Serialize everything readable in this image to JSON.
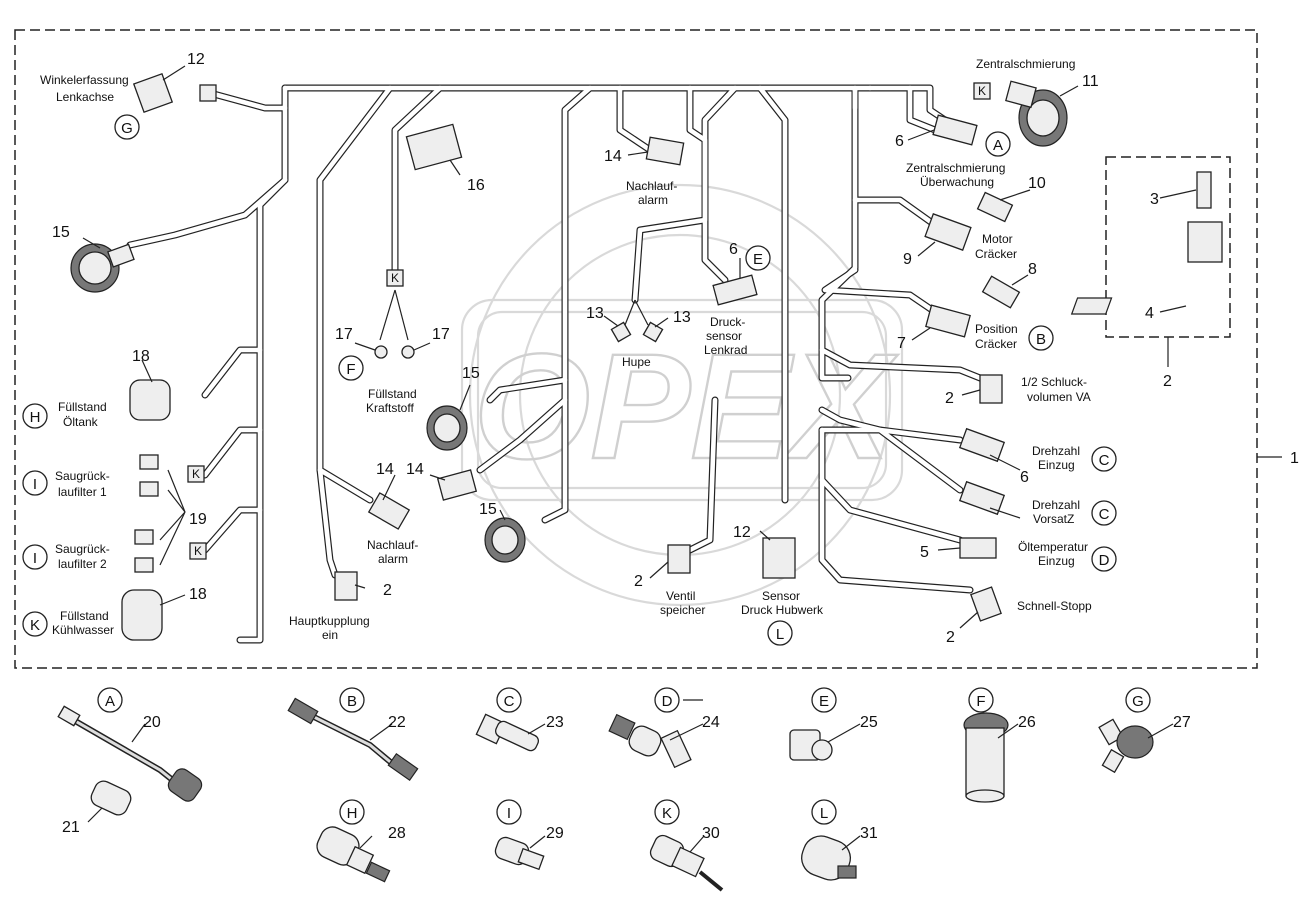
{
  "watermark": "OPEX",
  "callouts": {
    "n1": "1",
    "n2_group": "2",
    "n2a": "2",
    "n2b": "2",
    "n2c": "2",
    "n2d": "2",
    "n2e": "2",
    "n3": "3",
    "n4": "4",
    "n5": "5",
    "n6a": "6",
    "n6b": "6",
    "n6c": "6",
    "n7": "7",
    "n8": "8",
    "n9": "9",
    "n10": "10",
    "n11": "11",
    "n12a": "12",
    "n12b": "12",
    "n13a": "13",
    "n13b": "13",
    "n14a": "14",
    "n14b": "14",
    "n14c": "14",
    "n15a": "15",
    "n15b": "15",
    "n15c": "15",
    "n16": "16",
    "n17a": "17",
    "n17b": "17",
    "n18a": "18",
    "n18b": "18",
    "n19": "19",
    "n20": "20",
    "n21": "21",
    "n22": "22",
    "n23": "23",
    "n24": "24",
    "n25": "25",
    "n26": "26",
    "n27": "27",
    "n28": "28",
    "n29": "29",
    "n30": "30",
    "n31": "31"
  },
  "labels": {
    "winkel_1": "Winkelerfassung",
    "winkel_2": "Lenkachse",
    "zentral": "Zentralschmierung",
    "zentral_ue_1": "Zentralschmierung",
    "zentral_ue_2": "Überwachung",
    "motor_1": "Motor",
    "motor_2": "Cräcker",
    "position_1": "Position",
    "position_2": "Cräcker",
    "schluck_1": "1/2 Schluck-",
    "schluck_2": "volumen VA",
    "dz_einzug_1": "Drehzahl",
    "dz_einzug_2": "Einzug",
    "dz_vorsatz_1": "Drehzahl",
    "dz_vorsatz_2": "VorsatZ",
    "oeltemp_1": "Öltemperatur",
    "oeltemp_2": "Einzug",
    "schnell": "Schnell-Stopp",
    "nachlauf_top_1": "Nachlauf-",
    "nachlauf_top_2": "alarm",
    "druck_1": "Druck-",
    "druck_2": "sensor",
    "druck_3": "Lenkrad",
    "hupe": "Hupe",
    "fuell_kraft_1": "Füllstand",
    "fuell_kraft_2": "Kraftstoff",
    "nachlauf_bot_1": "Nachlauf-",
    "nachlauf_bot_2": "alarm",
    "haupt_1": "Hauptkupplung",
    "haupt_2": "ein",
    "ventil_1": "Ventil",
    "ventil_2": "speicher",
    "sensor_hub_1": "Sensor",
    "sensor_hub_2": "Druck Hubwerk",
    "fuell_oel_1": "Füllstand",
    "fuell_oel_2": "Öltank",
    "saug1_1": "Saugrück-",
    "saug1_2": "laufilter 1",
    "saug2_1": "Saugrück-",
    "saug2_2": "laufilter 2",
    "fuell_kuehl_1": "Füllstand",
    "fuell_kuehl_2": "Kühlwasser"
  },
  "letters": {
    "A": "A",
    "B": "B",
    "C": "C",
    "D": "D",
    "E": "E",
    "F": "F",
    "G": "G",
    "H": "H",
    "I": "I",
    "K": "K",
    "L": "L"
  },
  "connector_marks": {
    "k": "K"
  }
}
